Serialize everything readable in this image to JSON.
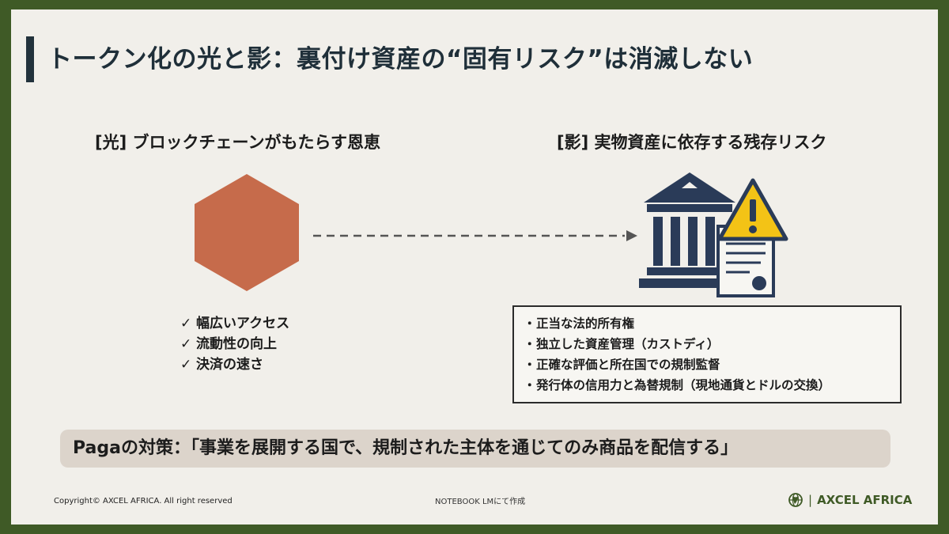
{
  "title": "トークン化の光と影：裏付け資産の“固有リスク”は消滅しない",
  "left": {
    "heading": "[光] ブロックチェーンがもたらす恩恵",
    "check_symbol": "✓",
    "items": [
      "幅広いアクセス",
      "流動性の向上",
      "決済の速さ"
    ]
  },
  "right": {
    "heading": "[影] 実物資産に依存する残存リスク",
    "bullet_symbol": "・",
    "items": [
      "正当な法的所有権",
      "独立した資産管理（カストディ）",
      "正確な評価と所在国での規制監督",
      "発行体の信用力と為替規制（現地通貨とドルの交換）"
    ]
  },
  "strategy": "Pagaの対策：「事業を展開する国で、規制された主体を通じてのみ商品を配信する」",
  "footer": {
    "copyright": "Copyright©  AXCEL AFRICA. All right reserved",
    "credit": "NOTEBOOK LMにて作成",
    "brand_separator": "|",
    "brand": "AXCEL AFRICA"
  },
  "icons": {
    "hexagon": "hexagon-icon",
    "arrow": "dashed-arrow-icon",
    "bank": "bank-building-icon",
    "warning": "warning-icon",
    "document": "certificate-document-icon",
    "logo": "globe-logo-icon"
  },
  "colors": {
    "frame": "#3f5a26",
    "slide_bg": "#f1efea",
    "hexagon": "#c66b4b",
    "bank": "#2a3b58",
    "warning": "#f3c316",
    "strategy_bg": "#dcd4cb"
  }
}
